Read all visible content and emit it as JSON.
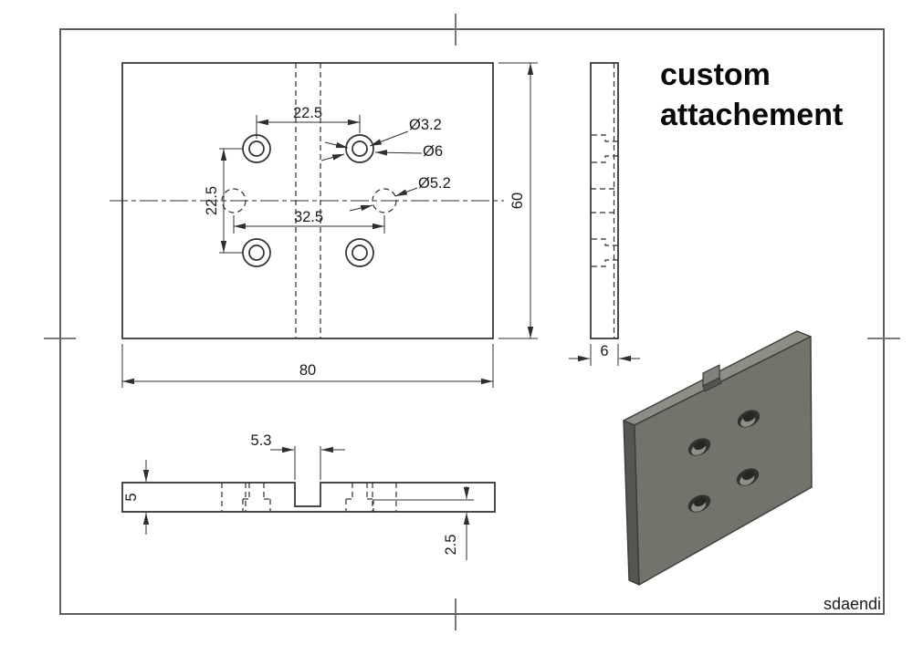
{
  "title": {
    "line1": "custom",
    "line2": "attachement"
  },
  "signature": "sdaendi",
  "front_view": {
    "width_dim": "80",
    "height_dim": "60",
    "hole_pitch_x": "22.5",
    "hole_pitch_y": "22.5",
    "slot_hole_pitch": "32.5",
    "callout_through_hole": "Ø3.2",
    "callout_counterbore": "Ø6",
    "callout_slot_hole": "Ø5.2"
  },
  "side_view": {
    "thickness_dim": "6"
  },
  "bottom_view": {
    "slot_width_dim": "5.3",
    "thickness_dim": "5",
    "counterbore_depth_dim": "2.5"
  },
  "colors": {
    "part_face": "#73736c",
    "part_top": "#8e8e86",
    "part_side": "#565650",
    "line": "#2e2e2e",
    "frame": "#4c4c4c"
  }
}
